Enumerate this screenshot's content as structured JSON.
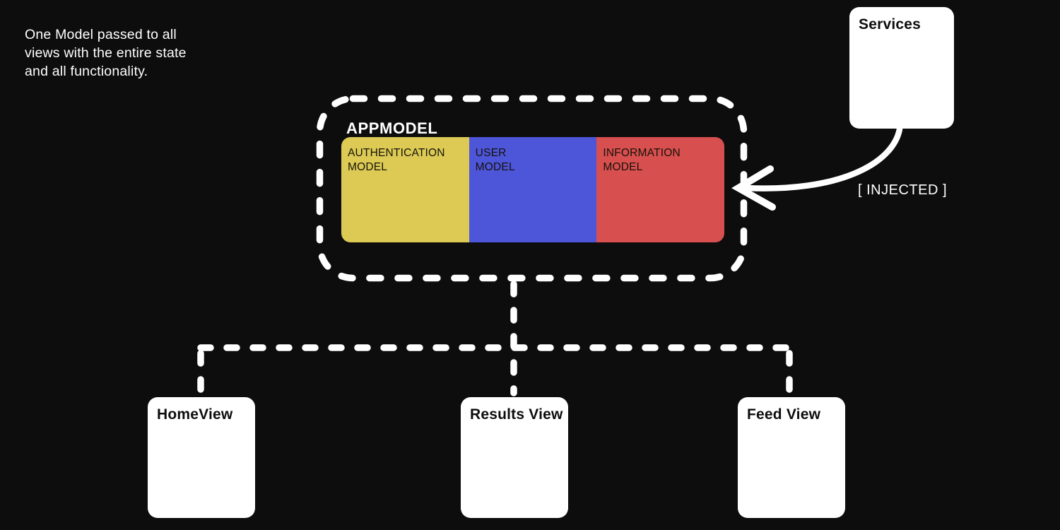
{
  "note": {
    "line1": "One Model passed to all",
    "line2": "views with the entire state",
    "line3": "and all functionality."
  },
  "services": {
    "title": "Services"
  },
  "arrow": {
    "label": "[ INJECTED ]"
  },
  "appmodel": {
    "title": "APPMODEL",
    "models": [
      {
        "name": "authentication-model",
        "line1": "AUTHENTICATION",
        "line2": "MODEL",
        "color": "#dcca55"
      },
      {
        "name": "user-model",
        "line1": "USER",
        "line2": "MODEL",
        "color": "#4d55d8"
      },
      {
        "name": "information-model",
        "line1": "INFORMATION",
        "line2": "MODEL",
        "color": "#d84f4f"
      }
    ]
  },
  "views": {
    "home": {
      "title": "HomeView"
    },
    "results": {
      "title": "Results View"
    },
    "feed": {
      "title": "Feed View"
    }
  },
  "colors": {
    "background": "#0d0d0d",
    "card": "#ffffff",
    "line": "#ffffff",
    "text_dark": "#0d0d0d",
    "text_light": "#ffffff"
  }
}
